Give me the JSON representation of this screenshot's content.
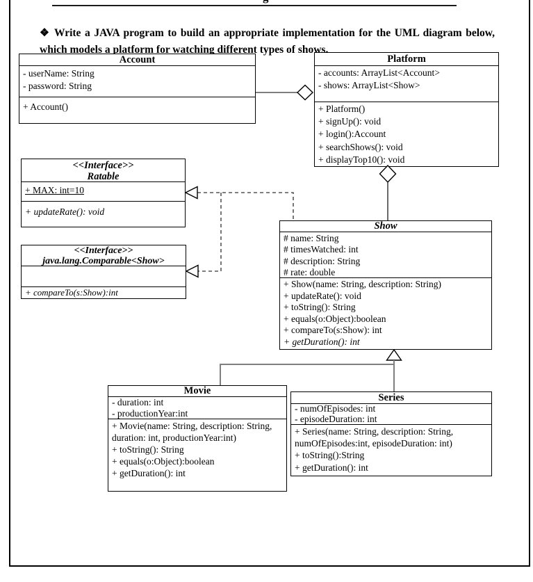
{
  "header": {
    "cropped_text_fragment": "g",
    "instruction": "❖ Write a JAVA program to build an appropriate implementation for the UML diagram below, which models a platform for watching different types of shows."
  },
  "colors": {
    "text": "#000000",
    "box_border": "#000000",
    "connector_gray": "#7f7f7f",
    "dashed_line": "#555555",
    "background": "#ffffff"
  },
  "classes": {
    "account": {
      "title": "Account",
      "attributes": [
        "- userName: String",
        "- password: String"
      ],
      "methods": [
        "+ Account()"
      ]
    },
    "platform": {
      "title": "Platform",
      "attributes": [
        "- accounts: ArrayList<Account>",
        "- shows: ArrayList<Show>"
      ],
      "methods": [
        "+ Platform()",
        "+ signUp(): void",
        "+ login():Account",
        "+ searchShows(): void",
        "+ displayTop10(): void"
      ]
    },
    "ratable": {
      "stereotype": "<<Interface>>",
      "title": "Ratable",
      "attributes": [
        "+ MAX: int=10"
      ],
      "methods": [
        "+ updateRate(): void"
      ]
    },
    "comparable": {
      "stereotype": "<<Interface>>",
      "title": "java.lang.Comparable<Show>",
      "attributes": [],
      "methods": [
        "+ compareTo(s:Show):int"
      ]
    },
    "show": {
      "title": "Show",
      "attributes": [
        "# name: String",
        "# timesWatched: int",
        "# description: String",
        "# rate: double"
      ],
      "methods": [
        "+ Show(name: String, description: String)",
        "+ updateRate(): void",
        "+ toString(): String",
        "+ equals(o:Object):boolean",
        "+ compareTo(s:Show): int",
        "+ getDuration(): int"
      ]
    },
    "movie": {
      "title": "Movie",
      "attributes": [
        "- duration: int",
        "- productionYear:int"
      ],
      "methods": [
        "+ Movie(name: String, description: String, duration: int, productionYear:int)",
        "+ toString(): String",
        "+ equals(o:Object):boolean",
        "+ getDuration(): int"
      ]
    },
    "series": {
      "title": "Series",
      "attributes": [
        "- numOfEpisodes: int",
        "- episodeDuration: int"
      ],
      "methods": [
        "+ Series(name: String, description: String, numOfEpisodes:int, episodeDuration: int)",
        "+ toString():String",
        "+ getDuration(): int"
      ]
    }
  },
  "relationships": [
    {
      "type": "aggregation",
      "from": "Account",
      "to": "Platform"
    },
    {
      "type": "aggregation",
      "from": "Show",
      "to": "Platform"
    },
    {
      "type": "realization",
      "from": "Show",
      "to": "Ratable"
    },
    {
      "type": "realization",
      "from": "Show",
      "to": "java.lang.Comparable<Show>"
    },
    {
      "type": "generalization",
      "from": "Movie",
      "to": "Show"
    },
    {
      "type": "generalization",
      "from": "Series",
      "to": "Show"
    }
  ]
}
